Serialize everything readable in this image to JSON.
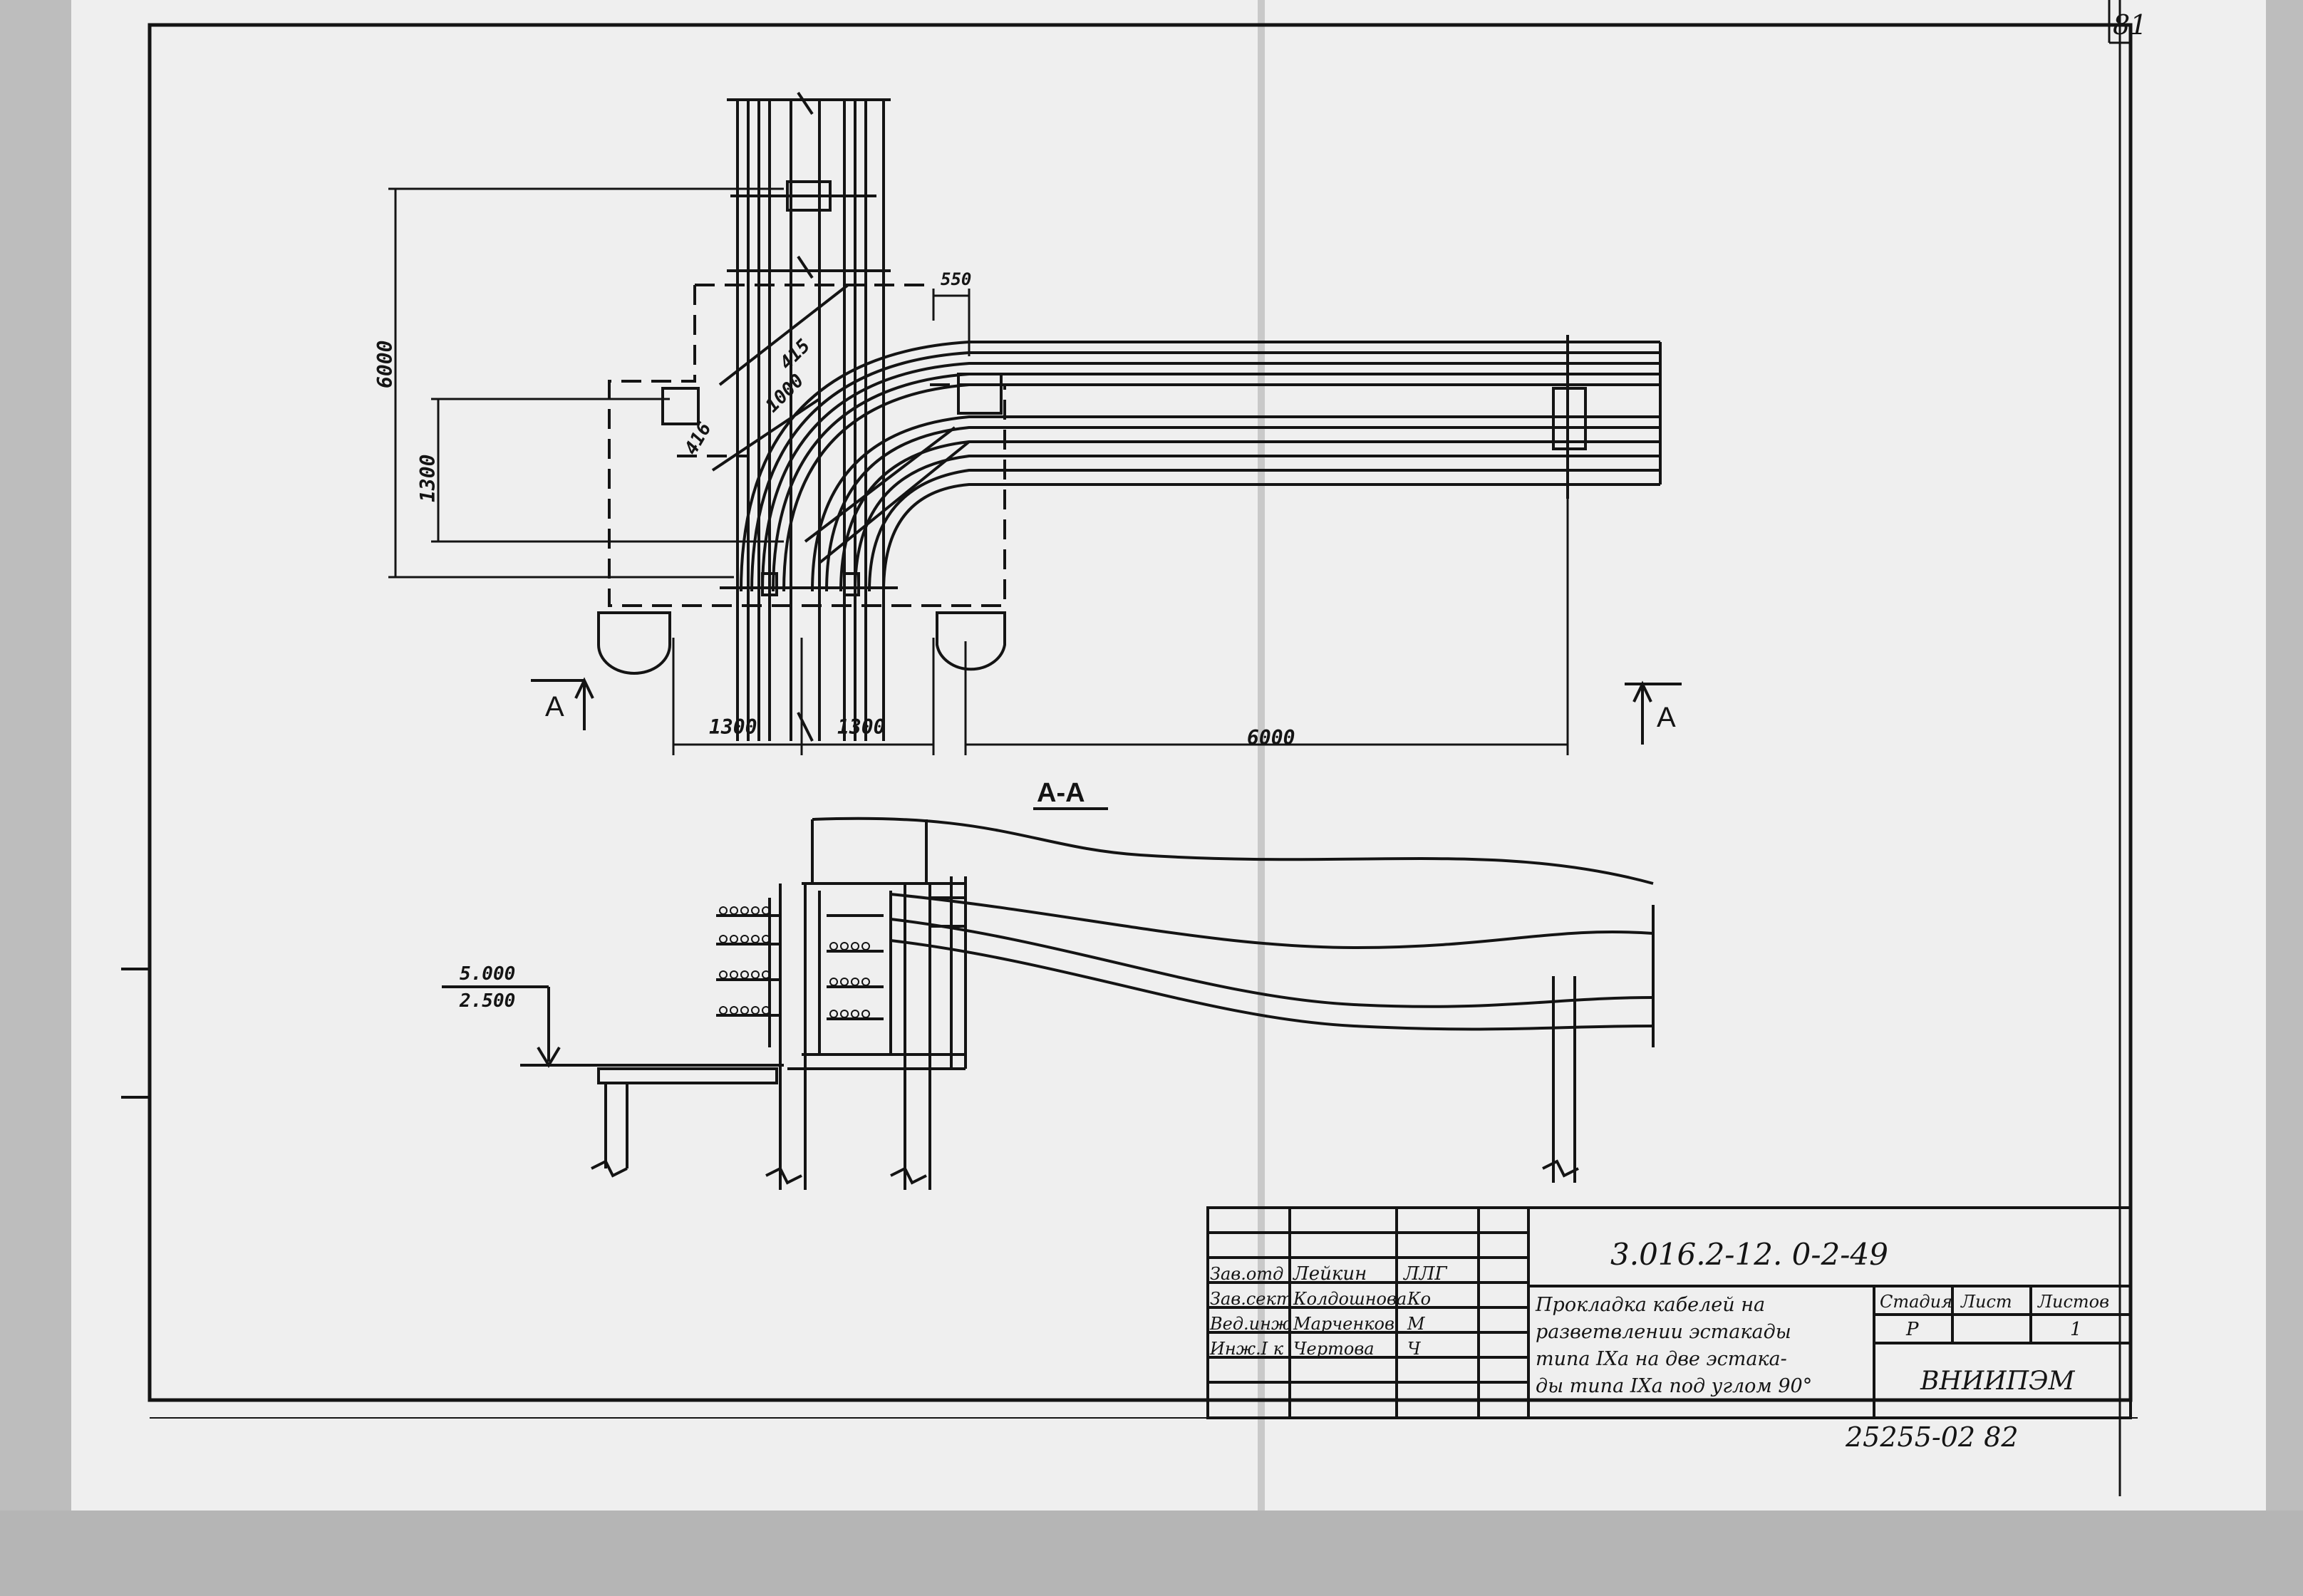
{
  "sheet": {
    "page_number": "81",
    "archive_number": "25255-02  82"
  },
  "plan": {
    "dims": {
      "d6000_vertical": "6000",
      "d1300_vertical": "1300",
      "d416": "416",
      "d1000": "1000",
      "d415": "415",
      "d550": "550",
      "d1300_left": "1300",
      "d1300_right": "1300",
      "d6000_horizontal": "6000"
    },
    "section_mark_left": "A",
    "section_mark_right": "A"
  },
  "section": {
    "title": "А-А",
    "elevation_top": "5.000",
    "elevation_bottom": "2.500"
  },
  "title_block": {
    "document_code": "3.016.2-12. 0-2-49",
    "description_lines": [
      "Прокладка кабелей на",
      "разветвлении эстакады",
      "типа  IXа  на две эстака-",
      "ды  типа  IXа  под углом 90°"
    ],
    "signatures": [
      {
        "role": "Зав.отд",
        "name": "Лейкин",
        "sign": "ЛЛГ"
      },
      {
        "role": "Зав.сект",
        "name": "Колдошнова",
        "sign": "Ко"
      },
      {
        "role": "Вед.инж",
        "name": "Марченков",
        "sign": "М"
      },
      {
        "role": "Инж.I к",
        "name": "Чертова",
        "sign": "Ч"
      }
    ],
    "stage_header": "Стадия",
    "sheet_header": "Лист",
    "sheets_header": "Листов",
    "stage_value": "Р",
    "sheet_value": "",
    "sheets_value": "1",
    "organization": "ВНИИПЭМ"
  }
}
